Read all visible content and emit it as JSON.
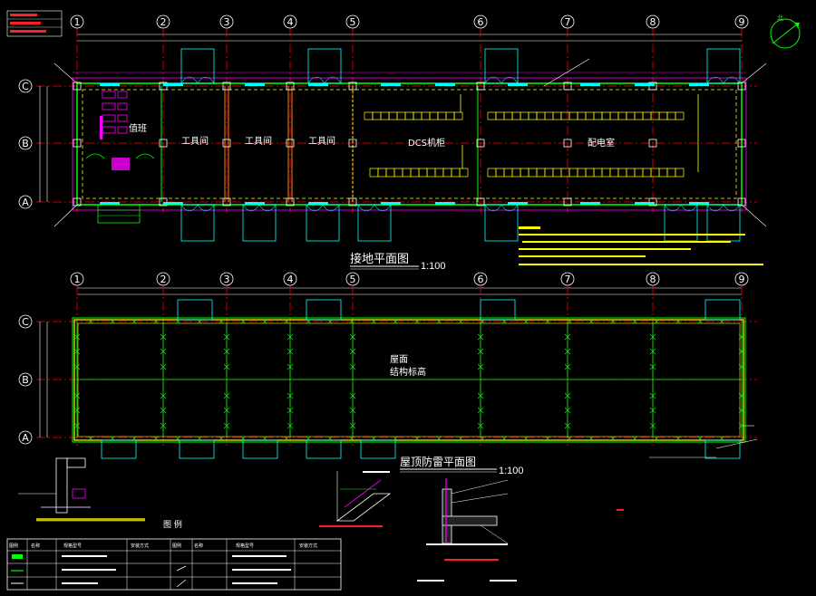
{
  "plans": {
    "ground": {
      "title": "接地平面图",
      "scale": "1:100"
    },
    "roof": {
      "title": "屋顶防雷平面图",
      "scale": "1:100"
    }
  },
  "axes": {
    "vertical": [
      "1",
      "2",
      "3",
      "4",
      "5",
      "6",
      "7",
      "8",
      "9"
    ],
    "horizontal": [
      "C",
      "B",
      "A"
    ]
  },
  "rooms": {
    "duty_room": "值班",
    "tool1": "工具间",
    "tool2": "工具间",
    "tool3": "工具间",
    "dcs": "DCS机柜",
    "distribution": "配电室"
  },
  "roof_text": {
    "line1": "屋面",
    "line2": "结构标高"
  },
  "detail_labels": {
    "legend": "图  例"
  },
  "legend_headers": [
    "图例",
    "名称",
    "规格型号",
    "安装方式",
    "图例",
    "名称",
    "规格型号",
    "安装方式"
  ],
  "colors": {
    "grid": "#ff0000",
    "wall": "#00ff00",
    "dim": "#ffffff",
    "door": "#00ffff",
    "ground": "#ff00ff",
    "device": "#ffff00"
  }
}
